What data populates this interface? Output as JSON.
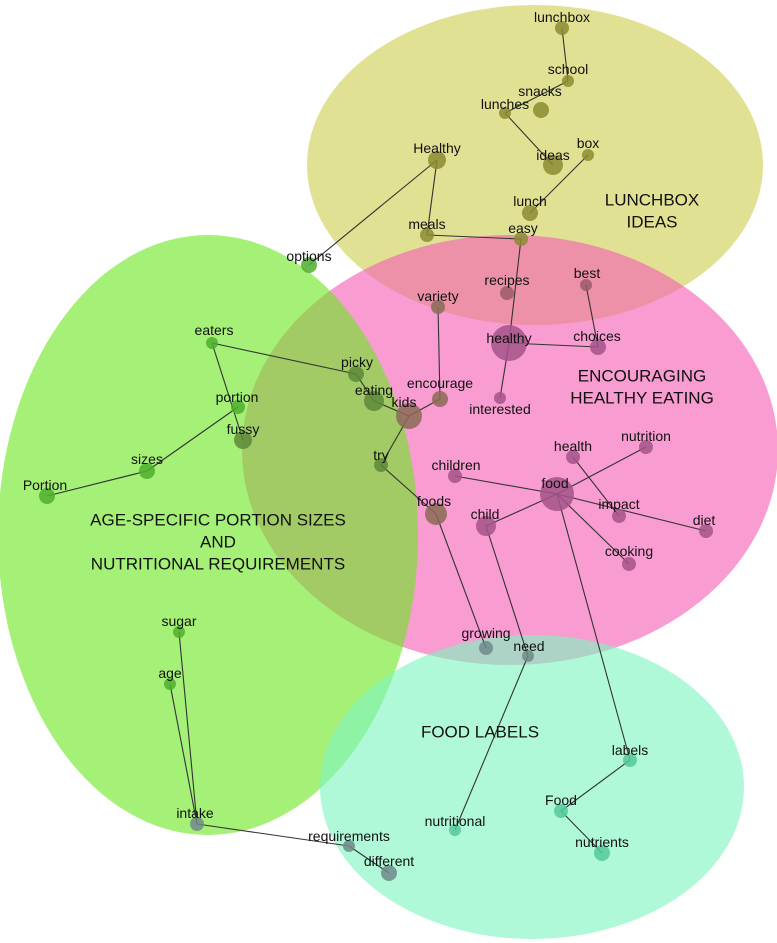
{
  "regions": [
    {
      "id": "lunchbox",
      "lines": [
        "LUNCHBOX",
        "IDEAS"
      ],
      "color": "#c9c93a"
    },
    {
      "id": "encouraging",
      "lines": [
        "ENCOURAGING",
        "HEALTHY EATING"
      ],
      "color": "#f35fb4"
    },
    {
      "id": "age",
      "lines": [
        "AGE-SPECIFIC PORTION SIZES",
        "AND",
        "NUTRITIONAL REQUIREMENTS"
      ],
      "color": "#6ee622"
    },
    {
      "id": "labels",
      "lines": [
        "FOOD LABELS"
      ],
      "color": "#7ff5c0"
    }
  ],
  "nodes": [
    {
      "id": "lunchbox",
      "label": "lunchbox"
    },
    {
      "id": "school",
      "label": "school"
    },
    {
      "id": "snacks",
      "label": "snacks"
    },
    {
      "id": "lunches",
      "label": "lunches"
    },
    {
      "id": "box",
      "label": "box"
    },
    {
      "id": "ideas",
      "label": "ideas"
    },
    {
      "id": "healthy_cap",
      "label": "Healthy"
    },
    {
      "id": "lunch",
      "label": "lunch"
    },
    {
      "id": "meals",
      "label": "meals"
    },
    {
      "id": "easy",
      "label": "easy"
    },
    {
      "id": "options",
      "label": "options"
    },
    {
      "id": "recipes",
      "label": "recipes"
    },
    {
      "id": "best",
      "label": "best"
    },
    {
      "id": "variety",
      "label": "variety"
    },
    {
      "id": "healthy",
      "label": "healthy"
    },
    {
      "id": "choices",
      "label": "choices"
    },
    {
      "id": "eaters",
      "label": "eaters"
    },
    {
      "id": "picky",
      "label": "picky"
    },
    {
      "id": "encourage",
      "label": "encourage"
    },
    {
      "id": "eating",
      "label": "eating"
    },
    {
      "id": "kids",
      "label": "kids"
    },
    {
      "id": "interested",
      "label": "interested"
    },
    {
      "id": "portion",
      "label": "portion"
    },
    {
      "id": "fussy",
      "label": "fussy"
    },
    {
      "id": "nutrition",
      "label": "nutrition"
    },
    {
      "id": "health",
      "label": "health"
    },
    {
      "id": "sizes",
      "label": "sizes"
    },
    {
      "id": "try",
      "label": "try"
    },
    {
      "id": "children",
      "label": "children"
    },
    {
      "id": "food",
      "label": "food"
    },
    {
      "id": "portion_cap",
      "label": "Portion"
    },
    {
      "id": "foods",
      "label": "foods"
    },
    {
      "id": "impact",
      "label": "impact"
    },
    {
      "id": "diet",
      "label": "diet"
    },
    {
      "id": "child",
      "label": "child"
    },
    {
      "id": "cooking",
      "label": "cooking"
    },
    {
      "id": "sugar",
      "label": "sugar"
    },
    {
      "id": "growing",
      "label": "growing"
    },
    {
      "id": "need",
      "label": "need"
    },
    {
      "id": "age",
      "label": "age"
    },
    {
      "id": "labels",
      "label": "labels"
    },
    {
      "id": "food_cap",
      "label": "Food"
    },
    {
      "id": "intake",
      "label": "intake"
    },
    {
      "id": "nutritional",
      "label": "nutritional"
    },
    {
      "id": "requirements",
      "label": "requirements"
    },
    {
      "id": "nutrients",
      "label": "nutrients"
    },
    {
      "id": "different",
      "label": "different"
    }
  ],
  "edges": [
    [
      "lunchbox",
      "school"
    ],
    [
      "school",
      "lunches"
    ],
    [
      "lunches",
      "ideas"
    ],
    [
      "box",
      "lunch"
    ],
    [
      "healthy_cap",
      "meals"
    ],
    [
      "healthy_cap",
      "options"
    ],
    [
      "meals",
      "easy"
    ],
    [
      "easy",
      "healthy"
    ],
    [
      "best",
      "choices"
    ],
    [
      "healthy",
      "choices"
    ],
    [
      "healthy",
      "interested"
    ],
    [
      "variety",
      "encourage"
    ],
    [
      "encourage",
      "kids"
    ],
    [
      "eaters",
      "picky"
    ],
    [
      "eaters",
      "fussy"
    ],
    [
      "picky",
      "eating"
    ],
    [
      "eating",
      "kids"
    ],
    [
      "kids",
      "try"
    ],
    [
      "try",
      "foods"
    ],
    [
      "foods",
      "growing"
    ],
    [
      "portion",
      "sizes"
    ],
    [
      "sizes",
      "portion_cap"
    ],
    [
      "children",
      "food"
    ],
    [
      "food",
      "nutrition"
    ],
    [
      "food",
      "child"
    ],
    [
      "food",
      "diet"
    ],
    [
      "food",
      "cooking"
    ],
    [
      "food",
      "labels"
    ],
    [
      "health",
      "impact"
    ],
    [
      "child",
      "need"
    ],
    [
      "need",
      "nutritional"
    ],
    [
      "labels",
      "food_cap"
    ],
    [
      "food_cap",
      "nutrients"
    ],
    [
      "sugar",
      "intake"
    ],
    [
      "age",
      "intake"
    ],
    [
      "intake",
      "requirements"
    ],
    [
      "requirements",
      "different"
    ]
  ]
}
